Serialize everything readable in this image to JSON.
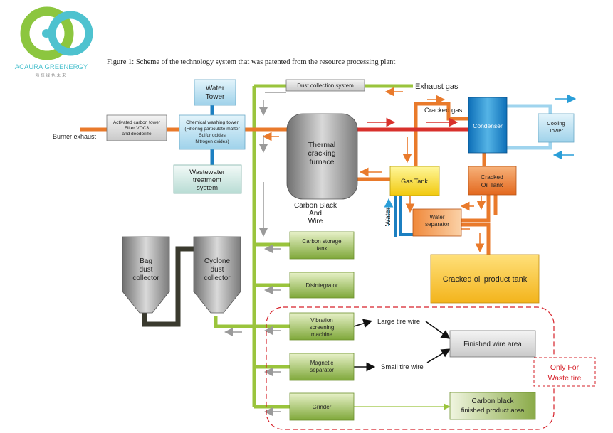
{
  "logo": {
    "name": "ACAURA GREENERGY",
    "tagline": "鸿辉绿色未来"
  },
  "figure_caption": "Figure 1: Scheme of the technology system that was patented from the resource processing plant",
  "colors": {
    "green_pipe": "#9ac43c",
    "orange_pipe": "#e97a2b",
    "red_pipe": "#d8312c",
    "blue_pipe": "#1c7fc1",
    "light_blue_pipe": "#9fd4ee",
    "dark_pipe": "#3a3a2e",
    "logo_green": "#8cc63f",
    "logo_teal": "#4ec2cf",
    "dashed_red": "#d6212a"
  },
  "labels": {
    "burner_exhaust": "Burner exhaust",
    "exhaust_gas": "Exhaust gas",
    "cracked_gas": "Cracked gas",
    "carbon_black_wire": [
      "Carbon Black",
      "And",
      "Wire"
    ],
    "water": "Water",
    "large_tire_wire": "Large tire wire",
    "small_tire_wire": "Small tire wire",
    "only_for_waste_tire": [
      "Only For",
      "Waste tire"
    ]
  },
  "boxes": {
    "activated_carbon": [
      "Activated carbon tower",
      "Filter VOC3",
      "and deodorize"
    ],
    "water_tower": [
      "Water",
      "Tower"
    ],
    "chemical_washing": [
      "Chemical washing tower",
      "(Filtering particulate matter",
      "Sulfur oxides",
      "Nitrogen oxides)"
    ],
    "wastewater": [
      "Wastewater",
      "treatment",
      "system"
    ],
    "dust_collection": "Dust collection system",
    "thermal_furnace": [
      "Thermal",
      "cracking",
      "furnace"
    ],
    "condenser": "Condenser",
    "cooling_tower": [
      "Cooling",
      "Tower"
    ],
    "gas_tank": "Gas Tank",
    "cracked_oil_tank": [
      "Cracked",
      "Oil Tank"
    ],
    "water_separator": [
      "Water",
      "separator"
    ],
    "cracked_oil_product_tank": "Cracked oil product tank",
    "bag_dust_collector": [
      "Bag",
      "dust",
      "collector"
    ],
    "cyclone_dust_collector": [
      "Cyclone",
      "dust",
      "collector"
    ],
    "carbon_storage": [
      "Carbon storage",
      "tank"
    ],
    "disintegrator": "Disintegrator",
    "vibration_screening": [
      "Vibration",
      "screening",
      "machine"
    ],
    "magnetic_separator": [
      "Magnetic",
      "separator"
    ],
    "grinder": "Grinder",
    "finished_wire_area": "Finished wire area",
    "carbon_black_area": [
      "Carbon black",
      "finished product area"
    ]
  }
}
